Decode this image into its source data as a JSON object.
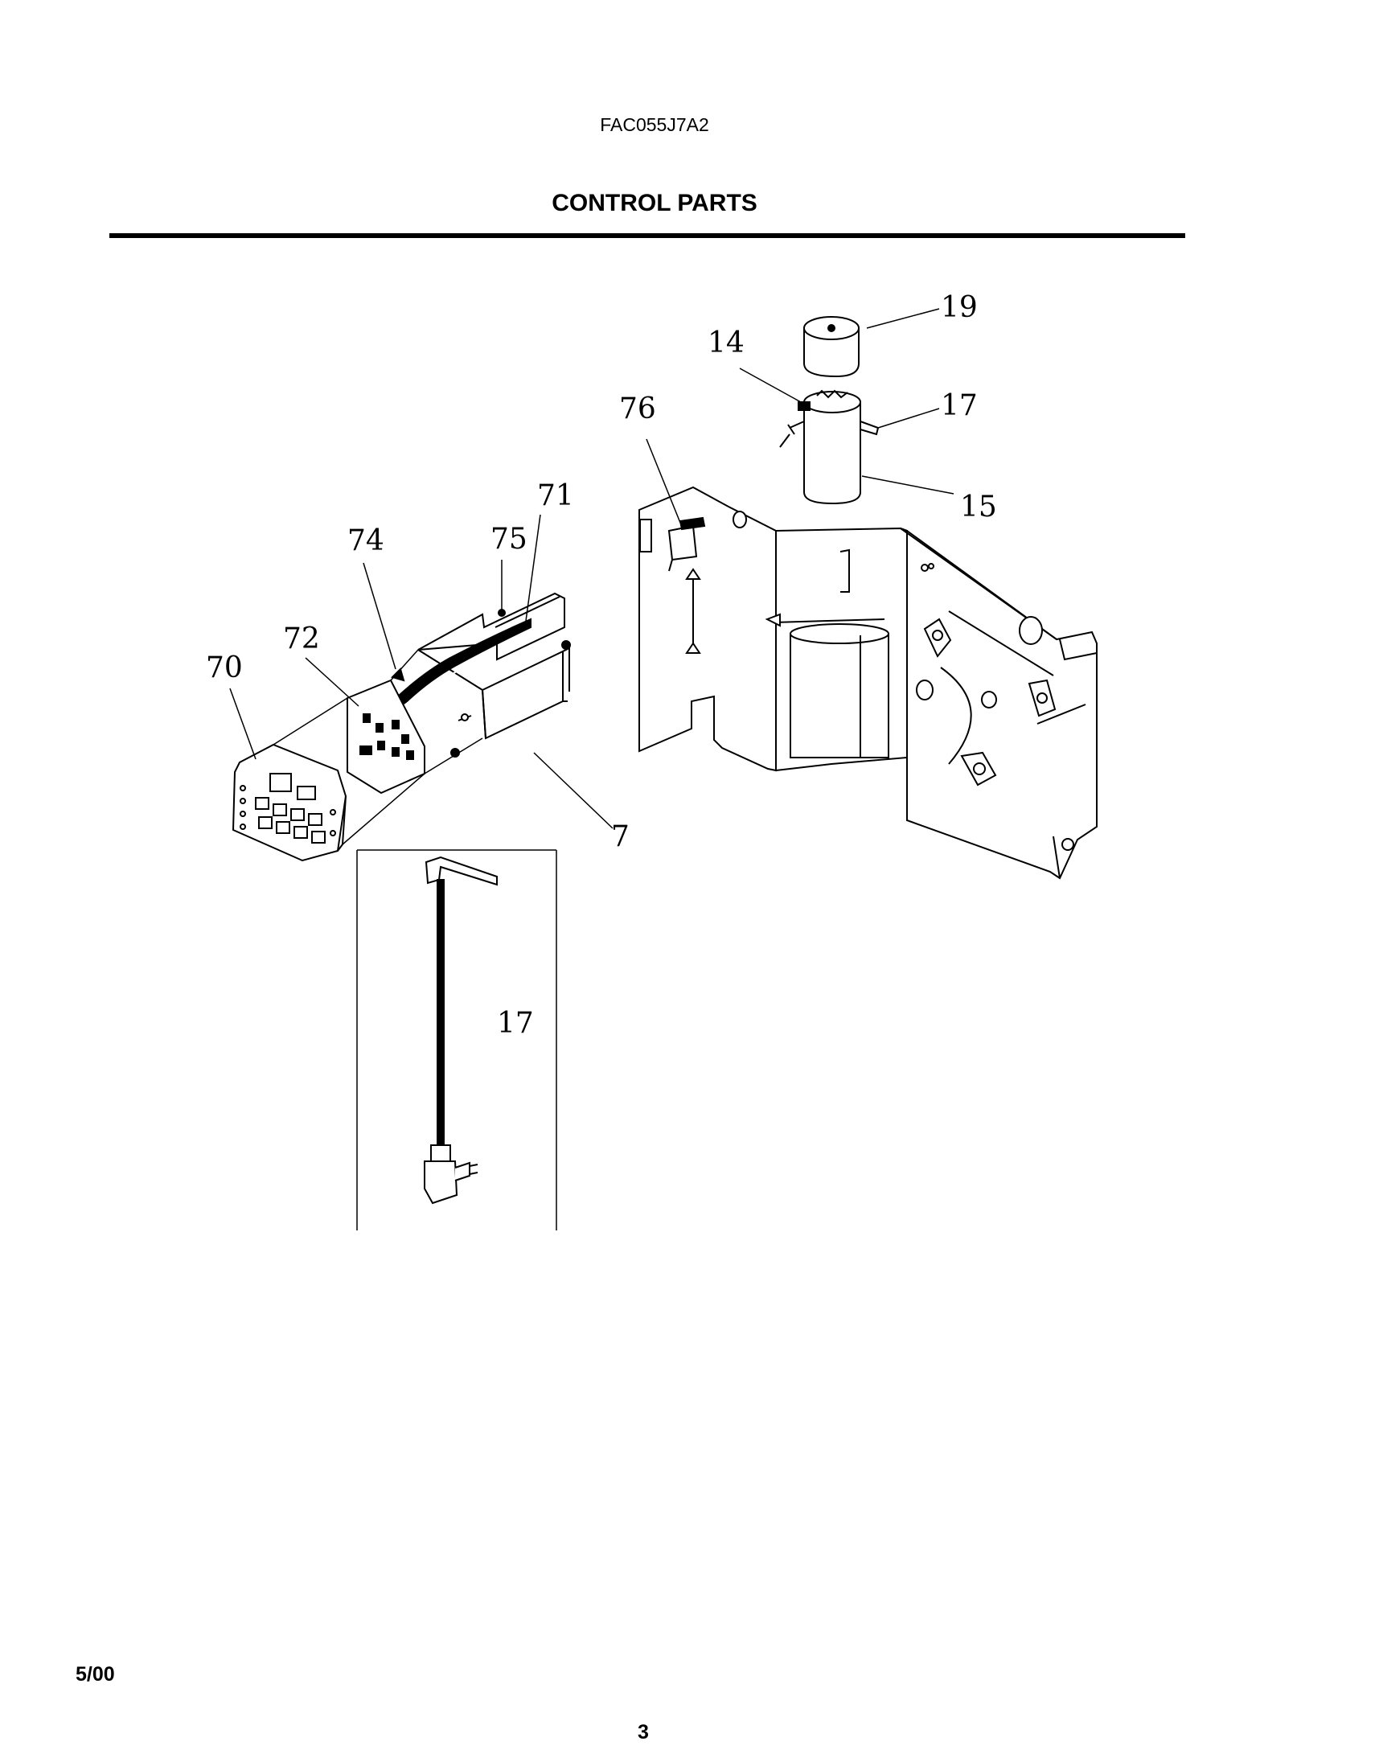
{
  "header": {
    "model_number": "FAC055J7A2",
    "section_title": "CONTROL PARTS"
  },
  "callouts": {
    "c19": "19",
    "c14": "14",
    "c17_top": "17",
    "c76": "76",
    "c15": "15",
    "c71": "71",
    "c74": "74",
    "c75": "75",
    "c72": "72",
    "c70": "70",
    "c7": "7",
    "c17_cord": "17"
  },
  "footer": {
    "date": "5/00",
    "page_number": "3"
  }
}
